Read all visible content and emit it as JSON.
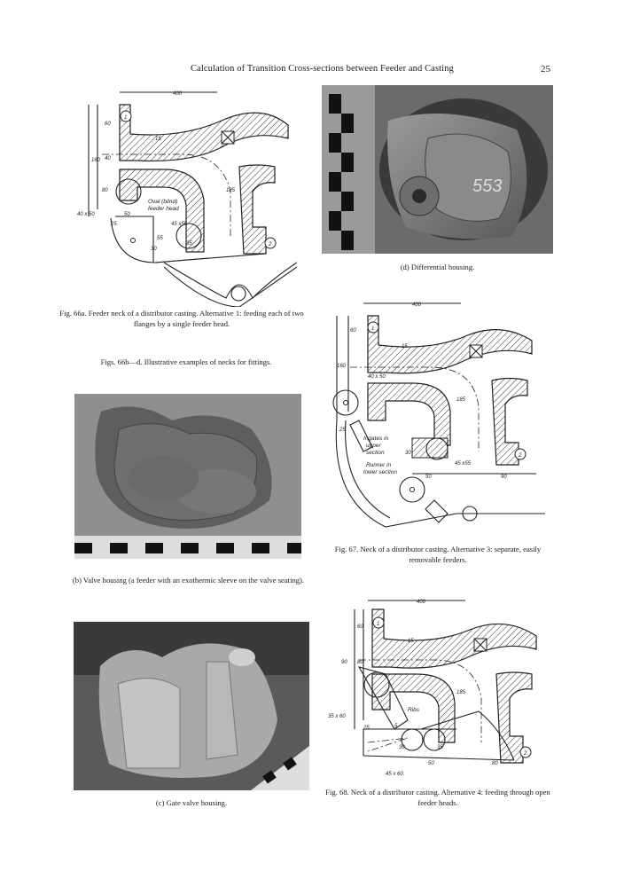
{
  "header": {
    "running_title": "Calculation of Transition Cross-sections between Feeder and Casting",
    "page_number": "25"
  },
  "fig66a": {
    "caption": "Fig. 66a. Feeder neck of a distributor casting. Alternative 1: feeding each of two flanges by a single feeder head.",
    "labels": {
      "width": "400",
      "d60": "60",
      "d15": "15",
      "d160": "160",
      "d80": "80",
      "d40": "40",
      "d185": "185",
      "d25": "25",
      "d40x50": "40 x 50",
      "d50": "50",
      "d45x55": "45 x55",
      "d55": "55",
      "d30": "30",
      "d35": "35",
      "oval": "Oval (blind)",
      "feeder": "feeder head",
      "n1": "1",
      "n2": "2"
    }
  },
  "figs66bd_caption": "Figs. 66b—d. Illustrative examples of necks for fittings.",
  "fig66b_caption": "(b) Valve housing (a feeder with an exothermic sleeve on the valve seating).",
  "fig66c_caption": "(c) Gate valve housing.",
  "fig66d_caption": "(d) Differential housing.",
  "fig66d_marking": "553",
  "fig67": {
    "caption": "Fig. 67. Neck of a distributor casting. Alternative 3: separate, easily removable feeders.",
    "labels": {
      "width": "400",
      "d60": "60",
      "d15": "15",
      "d160": "160",
      "d40x50": "40 x 50",
      "d185": "185",
      "d25": "25",
      "d30": "30",
      "d45x55": "45 x55",
      "d50": "50",
      "d90": "90",
      "ingates1": "Ingates in",
      "ingates2": "upper",
      "ingates3": "section",
      "runner1": "Runner in",
      "runner2": "lower section",
      "n1": "1",
      "n2": "2"
    }
  },
  "fig68": {
    "caption": "Fig. 68. Neck of a distributor casting. Alternative 4: feeding through open feeder heads.",
    "labels": {
      "width": "400",
      "d60": "60",
      "d15": "15",
      "d90": "90",
      "d80": "80",
      "d185": "185",
      "d35x60": "35 x 60",
      "ribs": "Ribs",
      "d25": "25",
      "d5": "5",
      "d30": "30",
      "d35": "35",
      "d50": "50",
      "d45x60": "45 x 60",
      "n1": "1",
      "n2": "2"
    }
  }
}
